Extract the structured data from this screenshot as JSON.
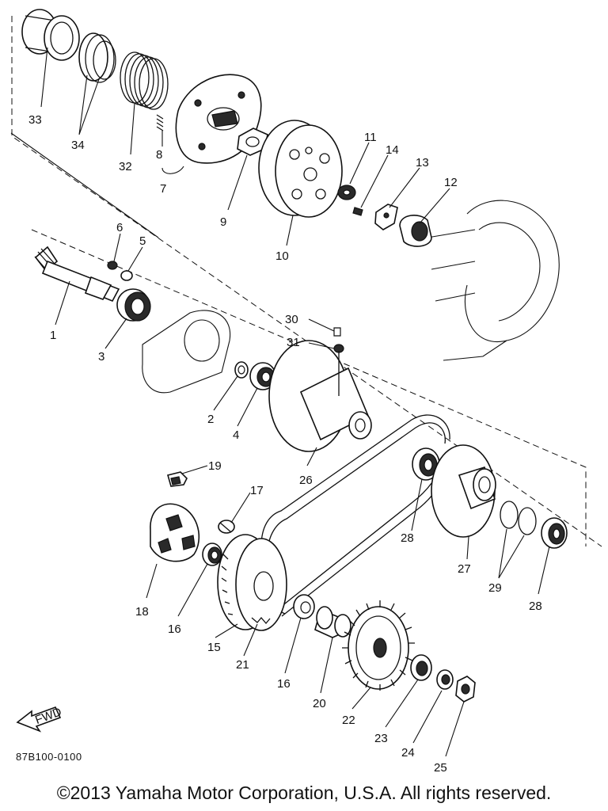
{
  "diagram": {
    "callouts": [
      {
        "id": "33",
        "label": "33"
      },
      {
        "id": "34",
        "label": "34"
      },
      {
        "id": "32",
        "label": "32"
      },
      {
        "id": "8",
        "label": "8"
      },
      {
        "id": "7",
        "label": "7"
      },
      {
        "id": "9",
        "label": "9"
      },
      {
        "id": "10",
        "label": "10"
      },
      {
        "id": "11",
        "label": "11"
      },
      {
        "id": "14",
        "label": "14"
      },
      {
        "id": "13",
        "label": "13"
      },
      {
        "id": "12",
        "label": "12"
      },
      {
        "id": "6",
        "label": "6"
      },
      {
        "id": "5",
        "label": "5"
      },
      {
        "id": "1",
        "label": "1"
      },
      {
        "id": "3",
        "label": "3"
      },
      {
        "id": "30",
        "label": "30"
      },
      {
        "id": "31",
        "label": "31"
      },
      {
        "id": "2",
        "label": "2"
      },
      {
        "id": "4",
        "label": "4"
      },
      {
        "id": "26",
        "label": "26"
      },
      {
        "id": "19",
        "label": "19"
      },
      {
        "id": "17",
        "label": "17"
      },
      {
        "id": "28a",
        "label": "28"
      },
      {
        "id": "27",
        "label": "27"
      },
      {
        "id": "29",
        "label": "29"
      },
      {
        "id": "28b",
        "label": "28"
      },
      {
        "id": "18",
        "label": "18"
      },
      {
        "id": "16a",
        "label": "16"
      },
      {
        "id": "15",
        "label": "15"
      },
      {
        "id": "21",
        "label": "21"
      },
      {
        "id": "16b",
        "label": "16"
      },
      {
        "id": "20",
        "label": "20"
      },
      {
        "id": "22",
        "label": "22"
      },
      {
        "id": "23",
        "label": "23"
      },
      {
        "id": "24",
        "label": "24"
      },
      {
        "id": "25",
        "label": "25"
      }
    ],
    "fwd_label": "FWD"
  },
  "footer": {
    "diagram_code": "87B100-0100",
    "copyright": "©2013 Yamaha Motor Corporation, U.S.A. All rights reserved."
  }
}
